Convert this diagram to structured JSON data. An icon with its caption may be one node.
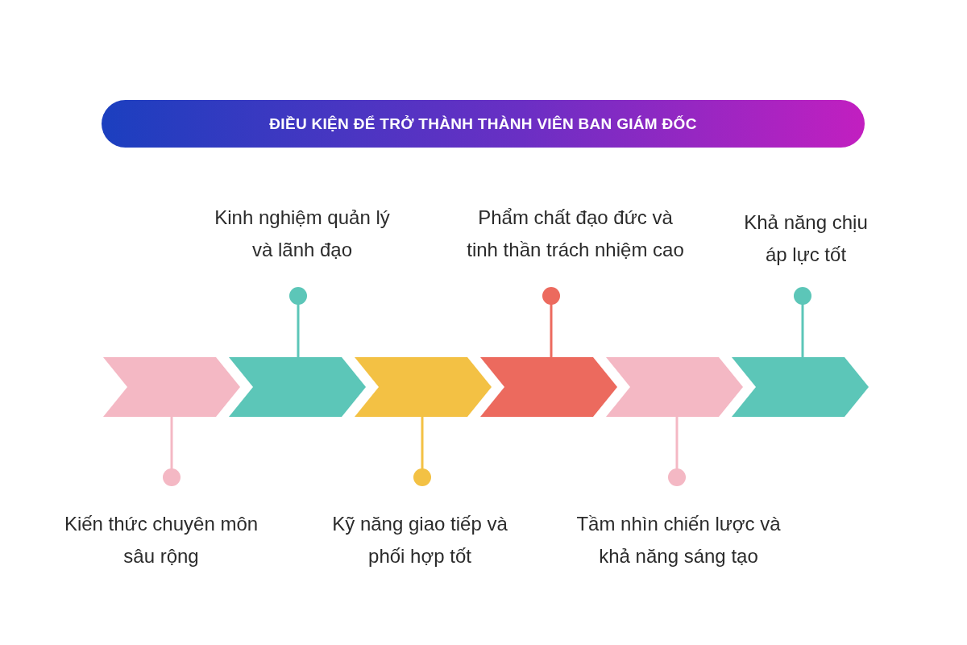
{
  "diagram": {
    "title": "ĐIỀU KIỆN ĐỂ TRỞ THÀNH THÀNH VIÊN BAN GIÁM ĐỐC",
    "nodes": [
      {
        "text": [],
        "shape": "chevron"
      },
      {
        "text": [],
        "shape": "chevron"
      },
      {
        "text": [],
        "shape": "chevron"
      },
      {
        "text": [],
        "shape": "chevron"
      },
      {
        "text": [],
        "shape": "chevron"
      },
      {
        "text": [],
        "shape": "chevron"
      },
      {
        "text": [
          "Kiến thức chuyên môn sâu rộng"
        ]
      },
      {
        "text": [
          "Kinh nghiệm quản lý và lãnh đạo"
        ]
      },
      {
        "text": [
          "Kỹ năng giao tiếp và phối hợp tốt"
        ]
      },
      {
        "text": [
          "Phẩm chất đạo đức và tinh thần trách nhiệm cao"
        ]
      },
      {
        "text": [
          "Tầm nhìn chiến lược và khả năng sáng tạo"
        ]
      },
      {
        "text": [
          "Khả năng chịu áp lực tốt"
        ]
      }
    ],
    "edges": [
      {
        "from": 6,
        "to": 0,
        "arrow": "other",
        "color": "#f4b8c4"
      },
      {
        "from": 7,
        "to": 1,
        "arrow": "other",
        "color": "#5cc6b8"
      },
      {
        "from": 8,
        "to": 2,
        "arrow": "other",
        "color": "#f3c144"
      },
      {
        "from": 9,
        "to": 3,
        "arrow": "other",
        "color": "#ec6a5e"
      },
      {
        "from": 10,
        "to": 4,
        "arrow": "other",
        "color": "#f4b8c4"
      },
      {
        "from": 11,
        "to": 5,
        "arrow": "other",
        "color": "#5cc6b8"
      }
    ]
  }
}
